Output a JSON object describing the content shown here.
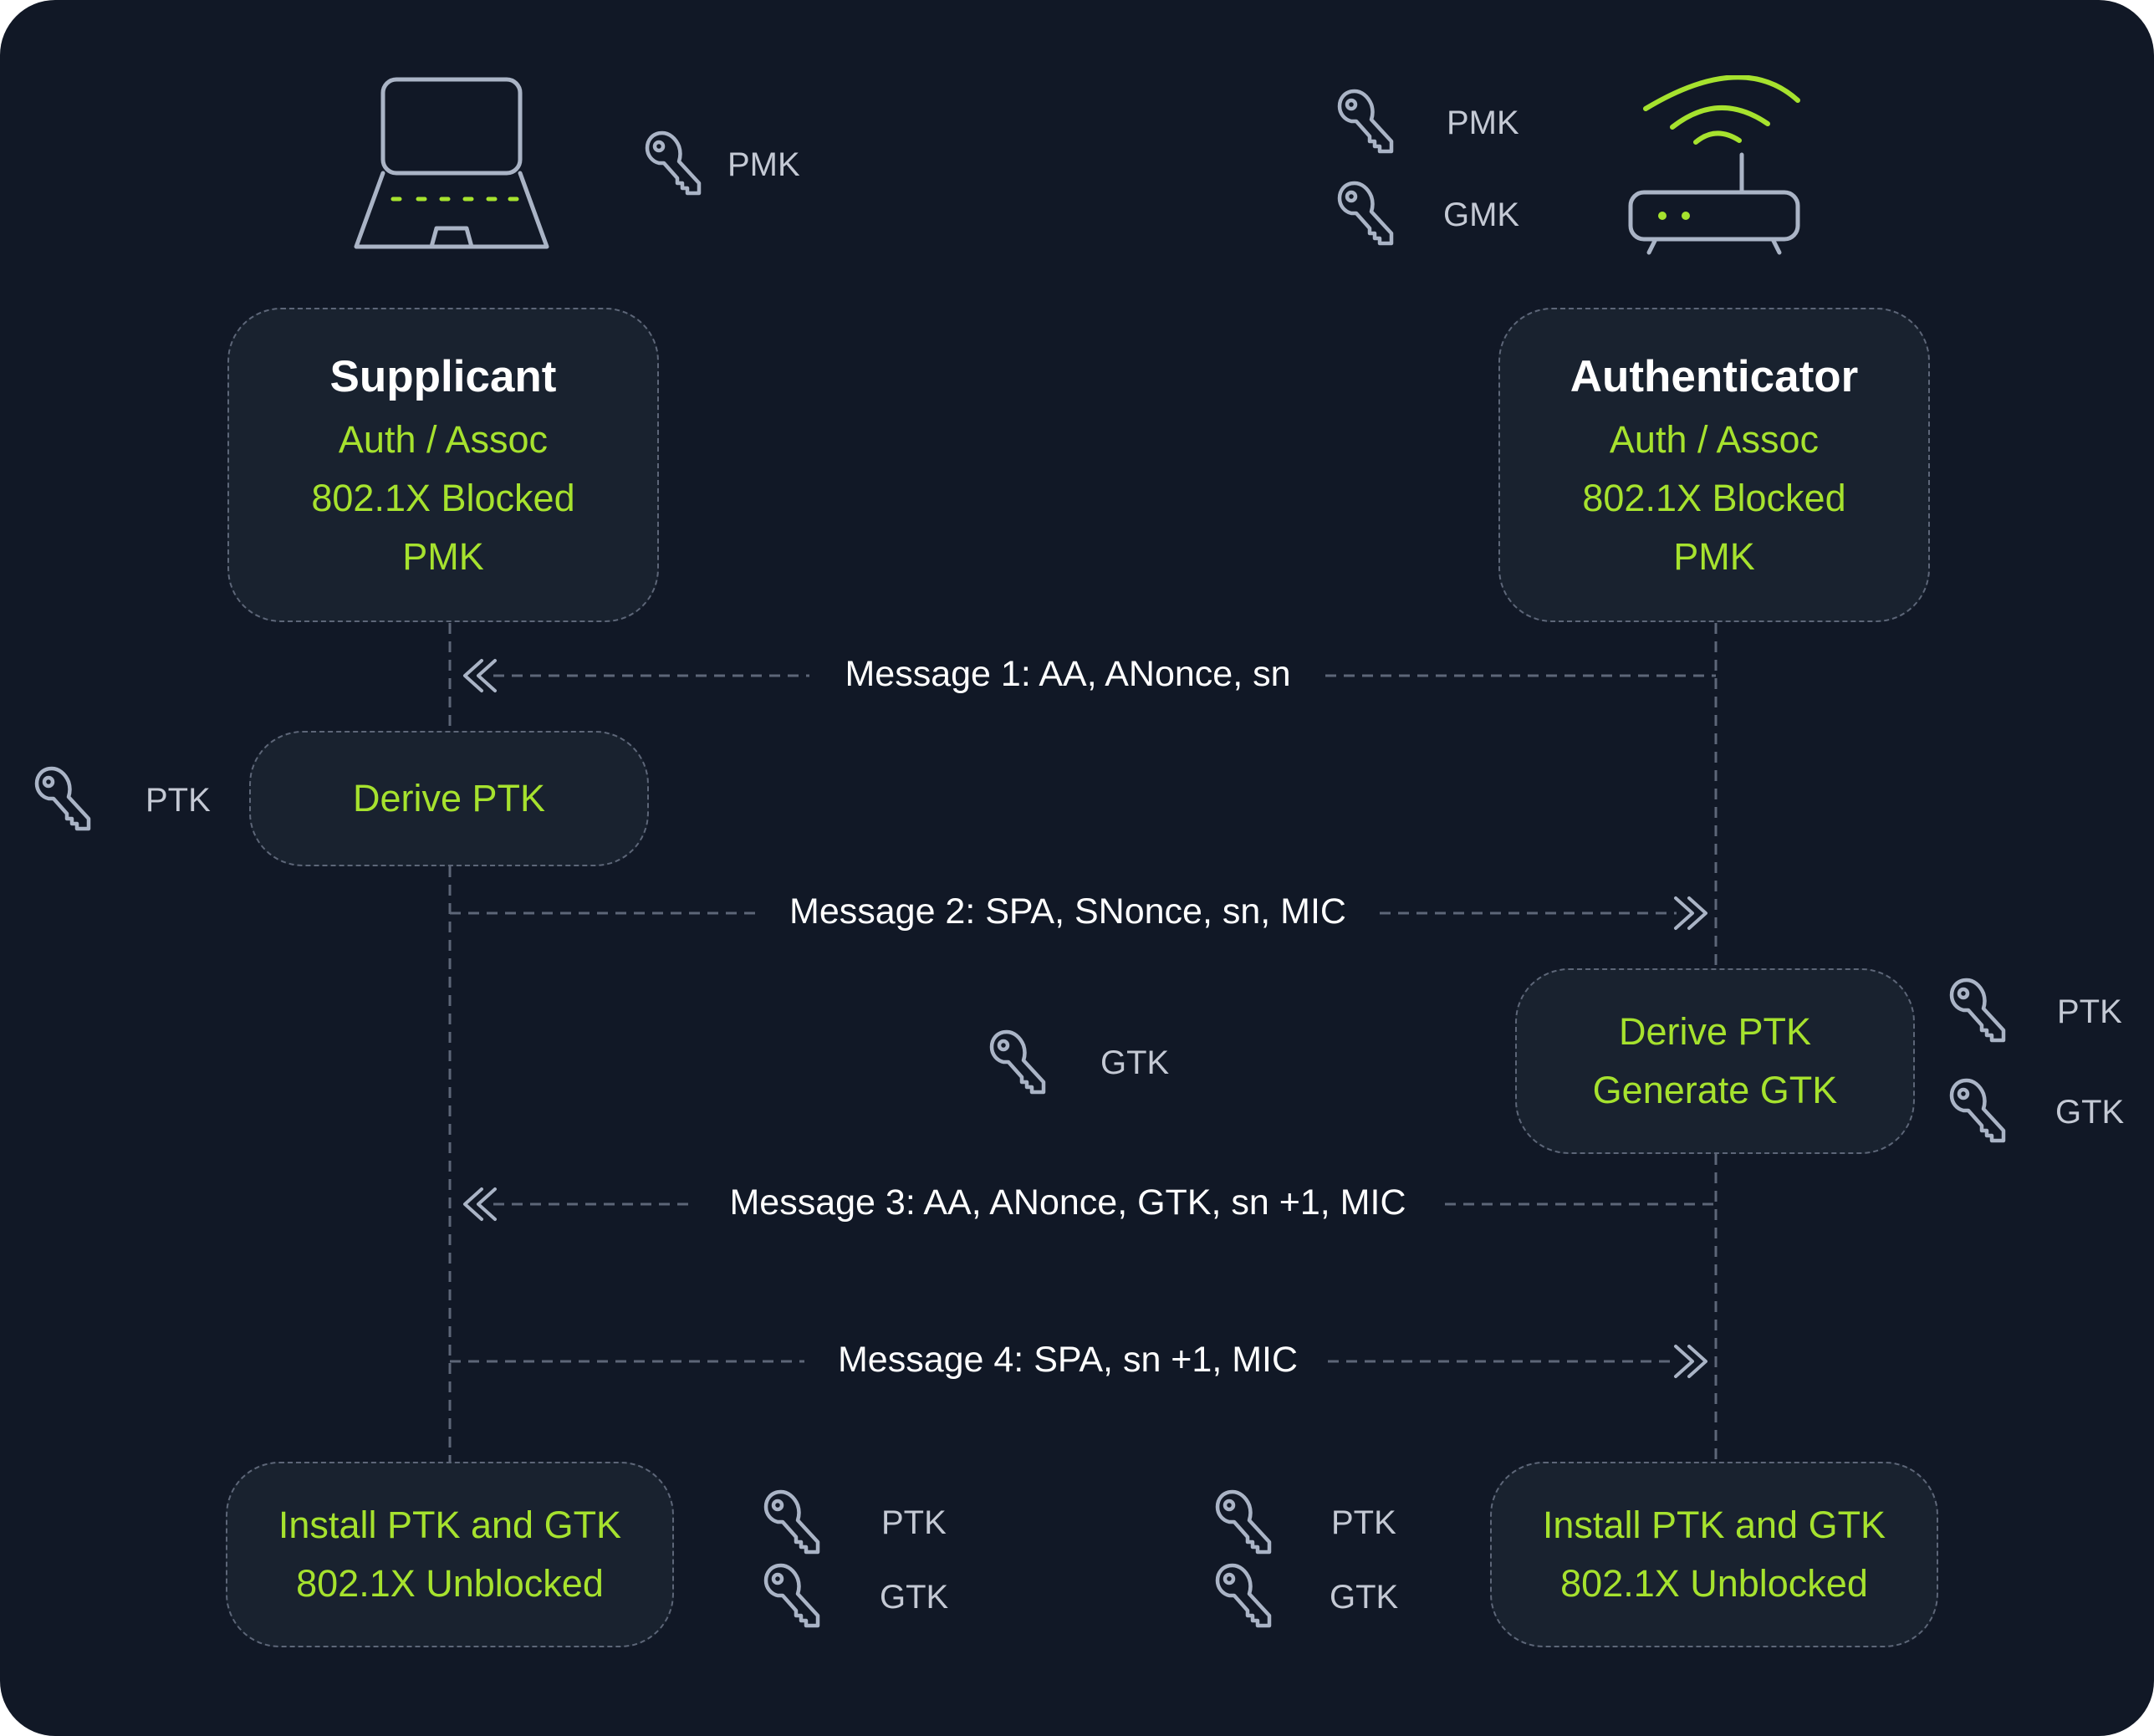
{
  "colors": {
    "background": "#111826",
    "box_fill": "#19222f",
    "dashed_line": "#5d6678",
    "accent_green": "#a6e22e",
    "icon_stroke": "#aab4c6",
    "text_white": "#ffffff",
    "label_gray": "#c4c9d4"
  },
  "icons": {
    "supplicant_device": "laptop-icon",
    "authenticator_device": "wifi-router-icon",
    "key": "key-icon"
  },
  "supplicant": {
    "title": "Supplicant",
    "lines": [
      "Auth / Assoc",
      "802.1X Blocked",
      "PMK"
    ],
    "keys_top": [
      "PMK"
    ]
  },
  "authenticator": {
    "title": "Authenticator",
    "lines": [
      "Auth / Assoc",
      "802.1X Blocked",
      "PMK"
    ],
    "keys_top": [
      "PMK",
      "GMK"
    ]
  },
  "messages": [
    {
      "label": "Message 1: AA, ANonce, sn",
      "direction": "to-supplicant"
    },
    {
      "label": "Message 2: SPA, SNonce, sn, MIC",
      "direction": "to-authenticator"
    },
    {
      "label": "Message 3: AA, ANonce, GTK, sn +1, MIC",
      "direction": "to-supplicant"
    },
    {
      "label": "Message 4: SPA, sn +1, MIC",
      "direction": "to-authenticator"
    }
  ],
  "supplicant_derive": {
    "lines": [
      "Derive PTK"
    ],
    "keys": [
      "PTK"
    ]
  },
  "authenticator_derive": {
    "lines": [
      "Derive PTK",
      "Generate GTK"
    ],
    "keys": [
      "PTK",
      "GTK"
    ]
  },
  "gtk_in_transit": {
    "keys": [
      "GTK"
    ]
  },
  "supplicant_install": {
    "lines": [
      "Install PTK and GTK",
      "802.1X Unblocked"
    ],
    "keys": [
      "PTK",
      "GTK"
    ]
  },
  "authenticator_install": {
    "lines": [
      "Install PTK and GTK",
      "802.1X Unblocked"
    ],
    "keys": [
      "PTK",
      "GTK"
    ]
  }
}
